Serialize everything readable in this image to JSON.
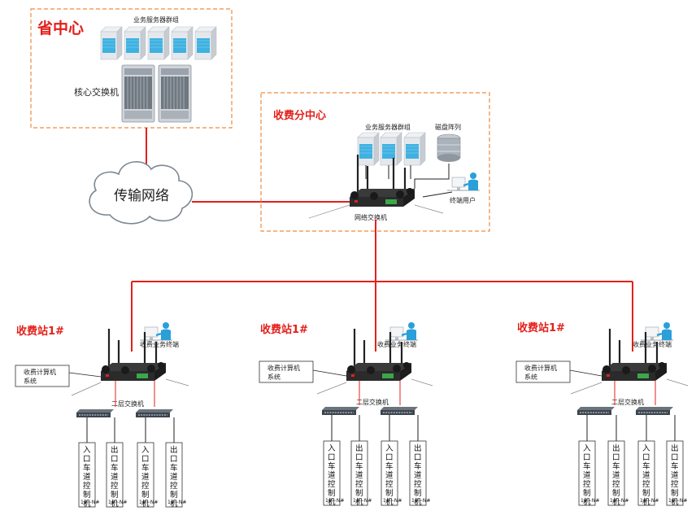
{
  "province_center": {
    "title": "省中心",
    "server_cluster_label": "业务服务器群组",
    "core_switch_label": "核心交换机"
  },
  "network": {
    "label": "传输网络"
  },
  "branch_center": {
    "title": "收费分中心",
    "server_cluster_label": "业务服务器群组",
    "disk_array_label": "磁盘阵列",
    "terminal_user_label": "终端用户",
    "network_switch_label": "网络交换机"
  },
  "stations": [
    {
      "title": "收费站1#",
      "terminal_label": "收费业务终端",
      "computer_system_line1": "收费计算机",
      "computer_system_line2": "系统",
      "l2_switch_label": "二层交换机",
      "lanes": [
        {
          "chars": [
            "入",
            "口",
            "车",
            "道",
            "控",
            "制",
            "机"
          ],
          "range": "1#~N#"
        },
        {
          "chars": [
            "出",
            "口",
            "车",
            "道",
            "控",
            "制",
            "机"
          ],
          "range": "1#~N#"
        },
        {
          "chars": [
            "入",
            "口",
            "车",
            "道",
            "控",
            "制",
            "机"
          ],
          "range": "1#~N#"
        },
        {
          "chars": [
            "出",
            "口",
            "车",
            "道",
            "控",
            "制",
            "机"
          ],
          "range": "1#~N#"
        }
      ]
    },
    {
      "title": "收费站1#",
      "terminal_label": "收费业务终端",
      "computer_system_line1": "收费计算机",
      "computer_system_line2": "系统",
      "l2_switch_label": "二层交换机",
      "lanes": [
        {
          "chars": [
            "入",
            "口",
            "车",
            "道",
            "控",
            "制",
            "机"
          ],
          "range": "1#~N#"
        },
        {
          "chars": [
            "出",
            "口",
            "车",
            "道",
            "控",
            "制",
            "机"
          ],
          "range": "1#~N#"
        },
        {
          "chars": [
            "入",
            "口",
            "车",
            "道",
            "控",
            "制",
            "机"
          ],
          "range": "1#~N#"
        },
        {
          "chars": [
            "出",
            "口",
            "车",
            "道",
            "控",
            "制",
            "机"
          ],
          "range": "1#~N#"
        }
      ]
    },
    {
      "title": "收费站1#",
      "terminal_label": "收费业务终端",
      "computer_system_line1": "收费计算机",
      "computer_system_line2": "系统",
      "l2_switch_label": "二层交换机",
      "lanes": [
        {
          "chars": [
            "入",
            "口",
            "车",
            "道",
            "控",
            "制",
            "机"
          ],
          "range": "1#~N#"
        },
        {
          "chars": [
            "出",
            "口",
            "车",
            "道",
            "控",
            "制",
            "机"
          ],
          "range": "1#~N#"
        },
        {
          "chars": [
            "入",
            "口",
            "车",
            "道",
            "控",
            "制",
            "机"
          ],
          "range": "1#~N#"
        },
        {
          "chars": [
            "出",
            "口",
            "车",
            "道",
            "控",
            "制",
            "机"
          ],
          "range": "1#~N#"
        }
      ]
    }
  ],
  "colors": {
    "link": "#e3201b",
    "dashed_border": "#f08a3c",
    "title_red": "#e3201b",
    "server_blue": "#3fb1e0",
    "server_gray": "#d9dde2",
    "router_dark": "#2b2b2b",
    "router_green": "#3aa84a",
    "person_blue": "#2a9fd8"
  }
}
